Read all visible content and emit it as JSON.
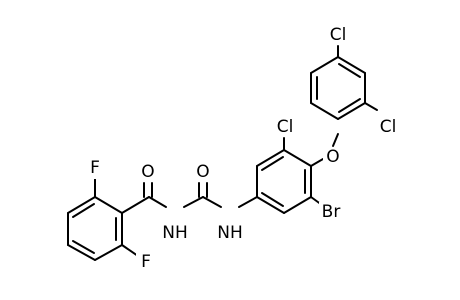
{
  "molecule": {
    "atoms": {
      "f_top": "F",
      "f_bottom": "F",
      "o_carbonyl_left": "O",
      "o_carbonyl_right": "O",
      "nh_left": "NH",
      "nh_right": "NH",
      "cl_ring_middle": "Cl",
      "o_ether": "O",
      "br": "Br",
      "cl_top": "Cl",
      "cl_right": "Cl"
    },
    "colors": {
      "bonds": "#000000",
      "labels": "#000000",
      "background": "#ffffff"
    }
  }
}
